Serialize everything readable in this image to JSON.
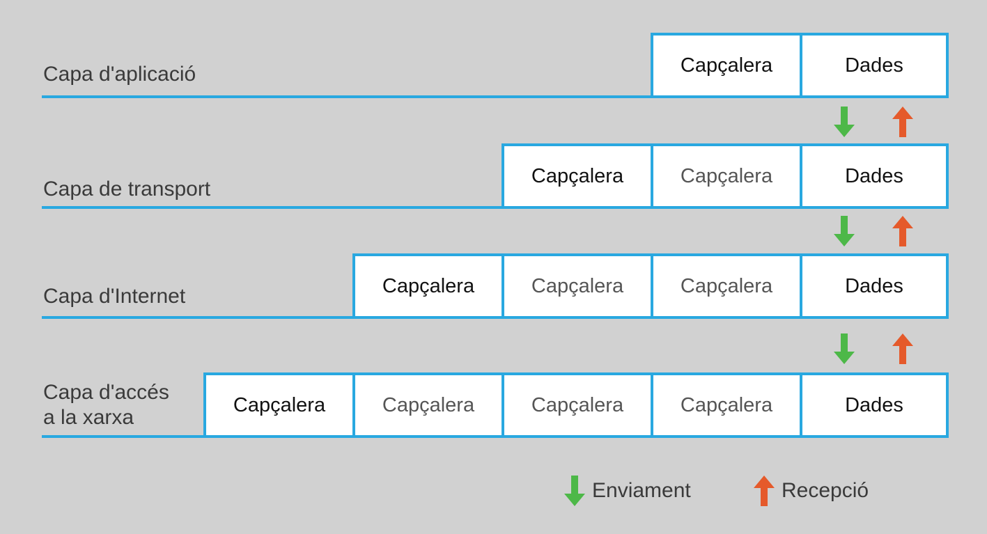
{
  "colors": {
    "background": "#d1d1d1",
    "line": "#29a8e0",
    "cell": "#ffffff",
    "send": "#4db848",
    "receive": "#e55a2b"
  },
  "layers": [
    {
      "label": "Capa d'aplicació",
      "cells": [
        "Capçalera",
        "Dades"
      ]
    },
    {
      "label": "Capa de transport",
      "cells": [
        "Capçalera",
        "Capçalera",
        "Dades"
      ]
    },
    {
      "label": "Capa d'Internet",
      "cells": [
        "Capçalera",
        "Capçalera",
        "Capçalera",
        "Dades"
      ]
    },
    {
      "label": "Capa d'accés\na la xarxa",
      "cells": [
        "Capçalera",
        "Capçalera",
        "Capçalera",
        "Capçalera",
        "Dades"
      ]
    }
  ],
  "legend": {
    "send": {
      "icon": "arrow-down-icon",
      "label": "Enviament"
    },
    "receive": {
      "icon": "arrow-up-icon",
      "label": "Recepció"
    }
  }
}
